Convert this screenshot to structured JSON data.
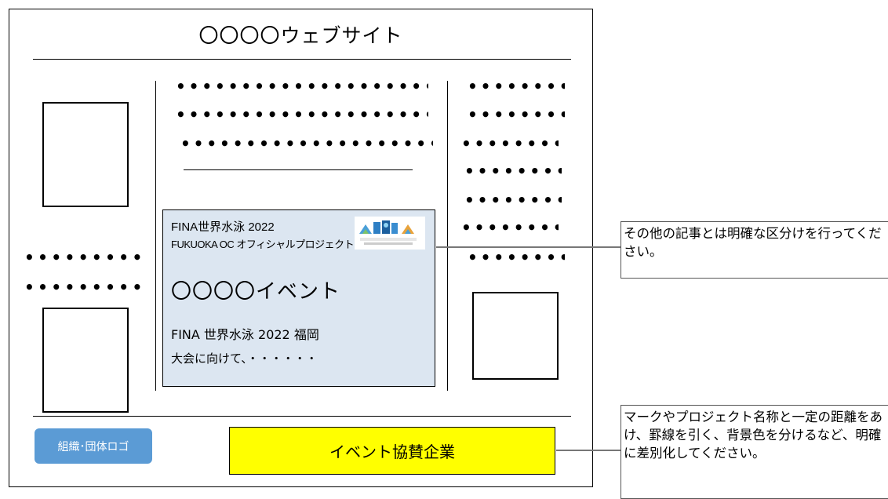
{
  "site": {
    "title": "〇〇〇〇ウェブサイト"
  },
  "event_box": {
    "line1": "FINA世界水泳 2022",
    "line2": "FUKUOKA OC オフィシャルプロジェクト",
    "title": "〇〇〇〇イベント",
    "subtitle": "FINA 世界水泳 2022 福岡",
    "text": "大会に向けて、・・・・・・"
  },
  "footer": {
    "org_logo_label": "組織･団体ロゴ",
    "sponsor_label": "イベント協賛企業"
  },
  "callouts": {
    "separation_note": "その他の記事とは明確な区分けを行ってください。",
    "differentiation_note": "マークやプロジェクト名称と一定の距離をあけ、罫線を引く、背景色を分けるなど、明確に差別化してください。"
  },
  "colors": {
    "event_box_bg": "#dce6f1",
    "org_logo_bg": "#5b9bd5",
    "sponsor_bg": "#ffff00"
  }
}
